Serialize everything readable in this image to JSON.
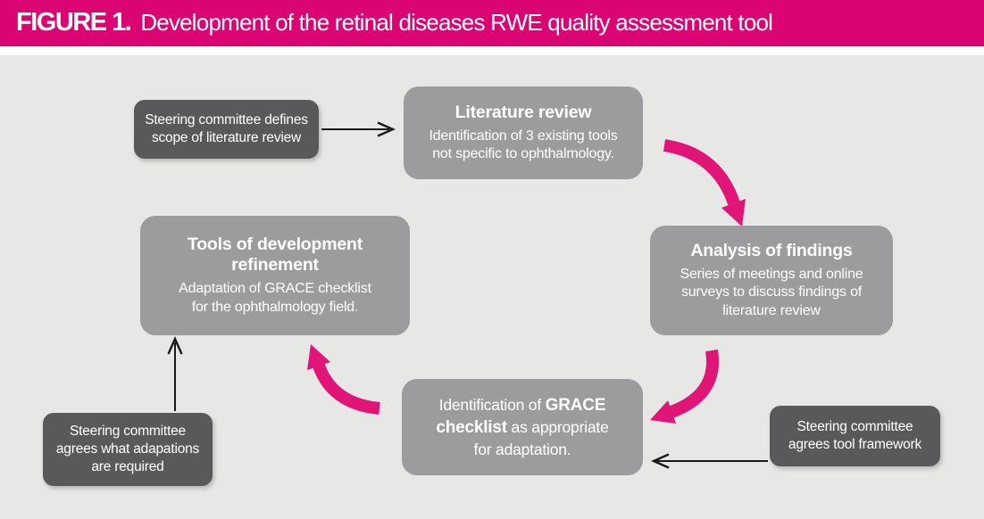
{
  "figure": {
    "label": "FIGURE 1.",
    "title": "Development of the retinal diseases RWE quality assessment tool"
  },
  "colors": {
    "header_pink": "#DB0473",
    "curved_arrow_pink": "#E01577",
    "canvas_gray": "#E7E7E6",
    "box_light_gray": "#9C9C9F",
    "box_dark_gray": "#59595B",
    "thin_arrow_black": "#1A1A1A",
    "text_white": "#FFFFFF"
  },
  "boxes": {
    "steering_scope": {
      "text": "Steering committee defines\nscope of literature review"
    },
    "literature_review": {
      "title": "Literature review",
      "body": "Identification of 3 existing tools\nnot specific to ophthalmology."
    },
    "analysis_findings": {
      "title": "Analysis of findings",
      "body": "Series of meetings and online\nsurveys to discuss findings of\nliterature review"
    },
    "tools_refinement": {
      "title": "Tools of development\nrefinement",
      "body": "Adaptation of GRACE checklist\nfor the ophthalmology field."
    },
    "grace_identification": {
      "pre": "Identification of ",
      "bold": "GRACE\nchecklist",
      "post": " as appropriate\nfor adaptation."
    },
    "steering_framework": {
      "text": "Steering committee\nagrees tool framework"
    },
    "steering_adaptations": {
      "text": "Steering committee\nagrees what adapations\nare required"
    }
  },
  "arrows": [
    {
      "name": "scope-to-literature",
      "type": "thin-black-arrow",
      "direction": "right"
    },
    {
      "name": "literature-to-analysis",
      "type": "curved-pink-arrow",
      "direction": "down-right"
    },
    {
      "name": "analysis-to-grace",
      "type": "curved-pink-arrow",
      "direction": "down-left"
    },
    {
      "name": "framework-to-grace",
      "type": "thin-black-arrow",
      "direction": "left"
    },
    {
      "name": "grace-to-refinement",
      "type": "curved-pink-arrow",
      "direction": "up-left"
    },
    {
      "name": "adaptations-to-refinement",
      "type": "thin-black-arrow",
      "direction": "up"
    }
  ]
}
